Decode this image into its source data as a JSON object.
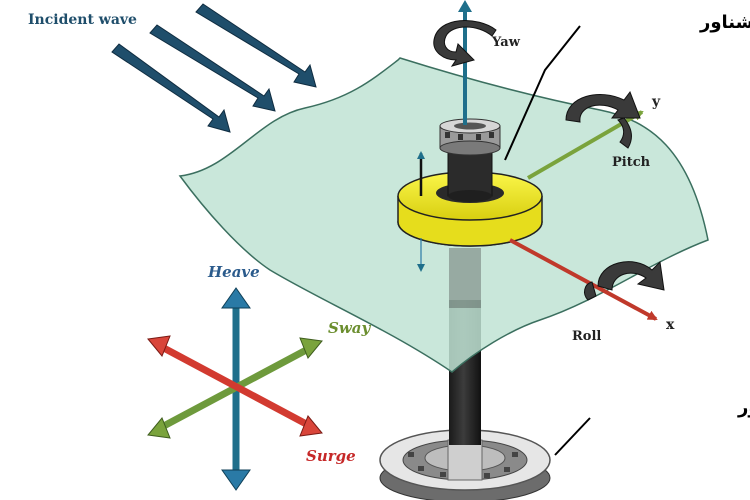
{
  "labels": {
    "incident_wave": "Incident wave",
    "yaw": "Yaw",
    "pitch": "Pitch",
    "roll": "Roll",
    "axis_y": "y",
    "axis_x": "x",
    "heave": "Heave",
    "sway": "Sway",
    "surge": "Surge",
    "float_buoy_fa": "بویه شناور",
    "submerged_body_fa": "بدنه غوطه ور"
  },
  "colors": {
    "wave_arrow": "#1f4e6b",
    "water_plane": "#bfe3d3",
    "float_ring": "#f2ec1c",
    "heave_axis": "#2a7aa6",
    "sway_axis": "#6e9a3c",
    "surge_axis": "#d23a30",
    "heave_text": "#2b5b8c",
    "sway_text": "#6b8e2e",
    "surge_text": "#c62828",
    "rotation_arrow": "#3a3a3a"
  }
}
